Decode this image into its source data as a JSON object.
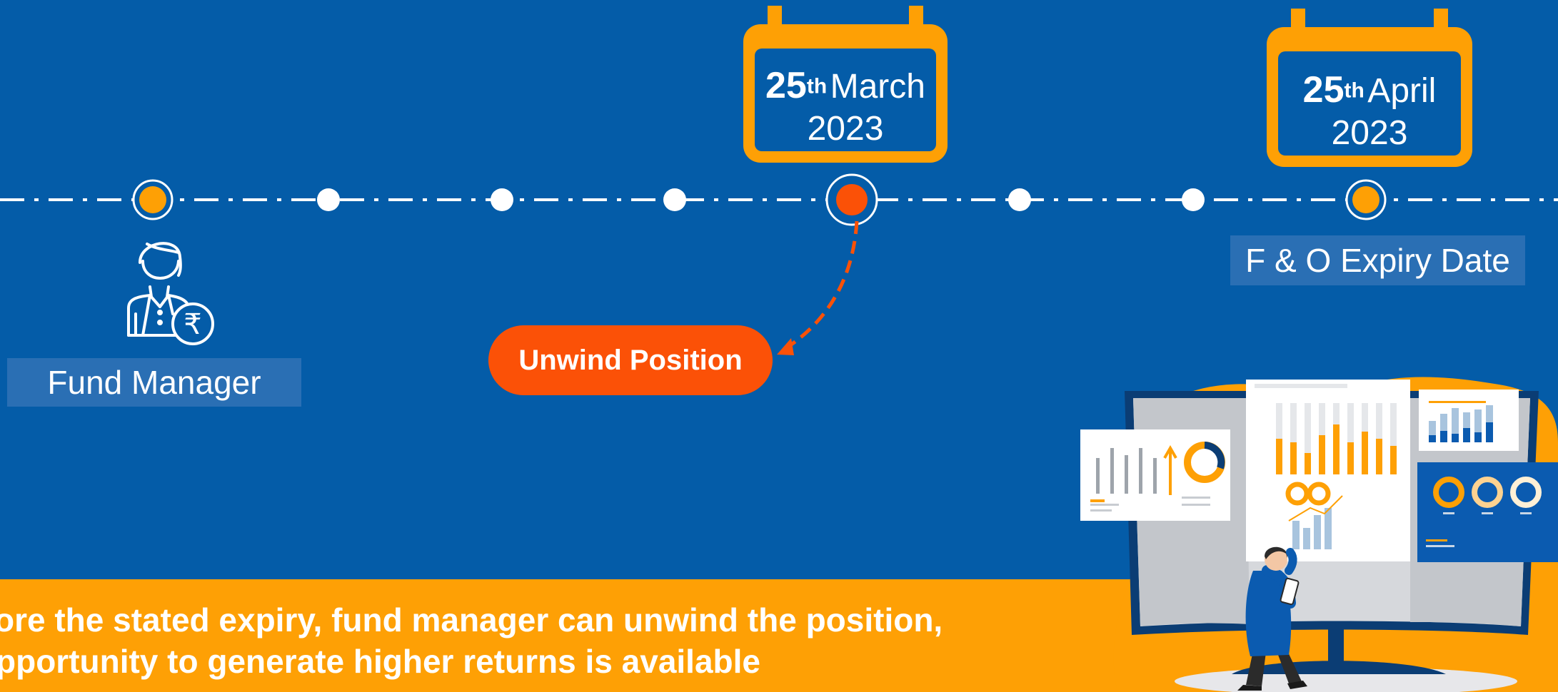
{
  "timeline": {
    "start_label": "Fund Manager",
    "event_label": "Unwind Position",
    "end_label": "F & O Expiry Date"
  },
  "calendar_march": {
    "day": "25",
    "suffix": "th",
    "month": "March",
    "year": "2023"
  },
  "calendar_april": {
    "day": "25",
    "suffix": "th",
    "month": "April",
    "year": "2023"
  },
  "banner": {
    "line1": "ore the stated expiry, fund manager can unwind the position,",
    "line2": "pportunity to generate higher returns is available"
  },
  "colors": {
    "background": "#045ca8",
    "accent_orange": "#fea005",
    "highlight_red_orange": "#fb5107",
    "label_box": "#2a6fb4",
    "white": "#ffffff"
  },
  "icons": {
    "person": "fund-manager-icon",
    "rupee": "rupee-icon",
    "calendar": "calendar-icon",
    "illustration": "analyst-dashboard-illustration"
  }
}
